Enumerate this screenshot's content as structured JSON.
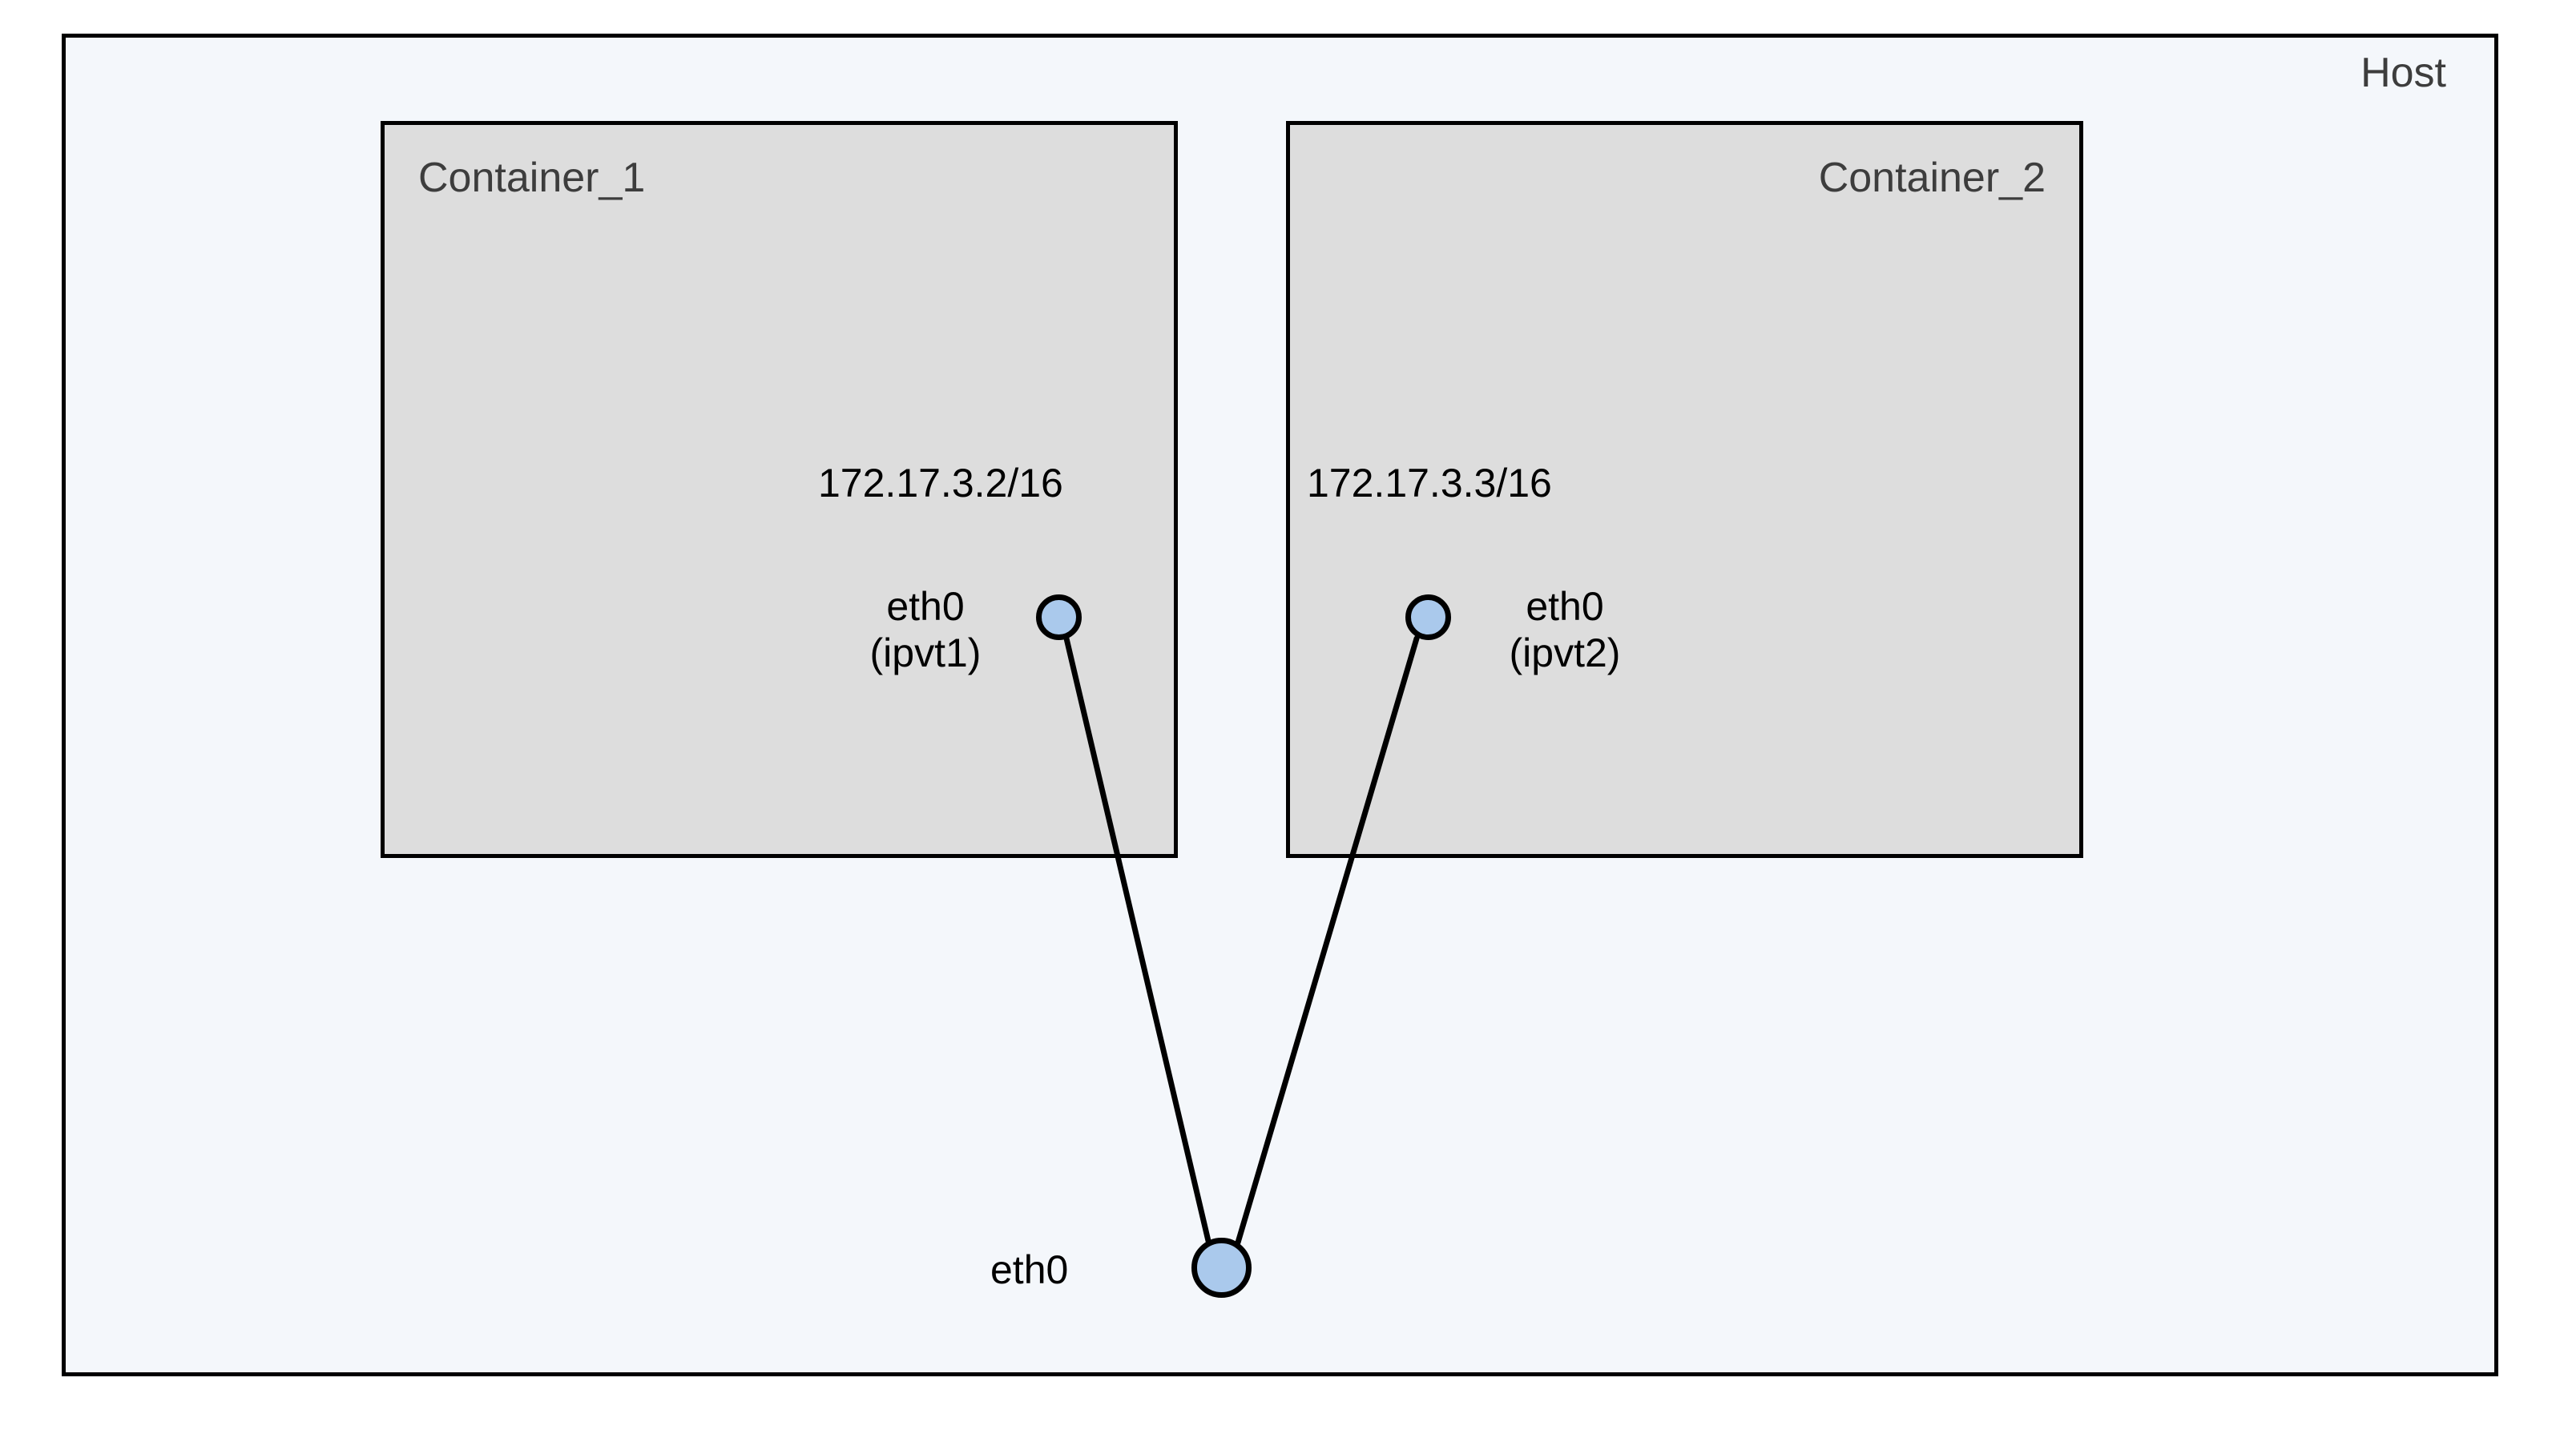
{
  "diagram": {
    "type": "network-topology",
    "host": {
      "label": "Host",
      "background_color": "#f4f7fb",
      "border_color": "#000000"
    },
    "containers": [
      {
        "label": "Container_1",
        "background_color": "#dddddd",
        "ip": "172.17.3.2/16",
        "interface_name": "eth0",
        "interface_alias": "(ipvt1)"
      },
      {
        "label": "Container_2",
        "background_color": "#dddddd",
        "ip": "172.17.3.3/16",
        "interface_name": "eth0",
        "interface_alias": "(ipvt2)"
      }
    ],
    "host_interface": {
      "label": "eth0"
    },
    "node_color": "#aac9ec",
    "node_border_color": "#000000",
    "edge_color": "#000000",
    "edges": [
      {
        "from": "ipvt1",
        "to": "host-eth0"
      },
      {
        "from": "ipvt2",
        "to": "host-eth0"
      }
    ]
  }
}
